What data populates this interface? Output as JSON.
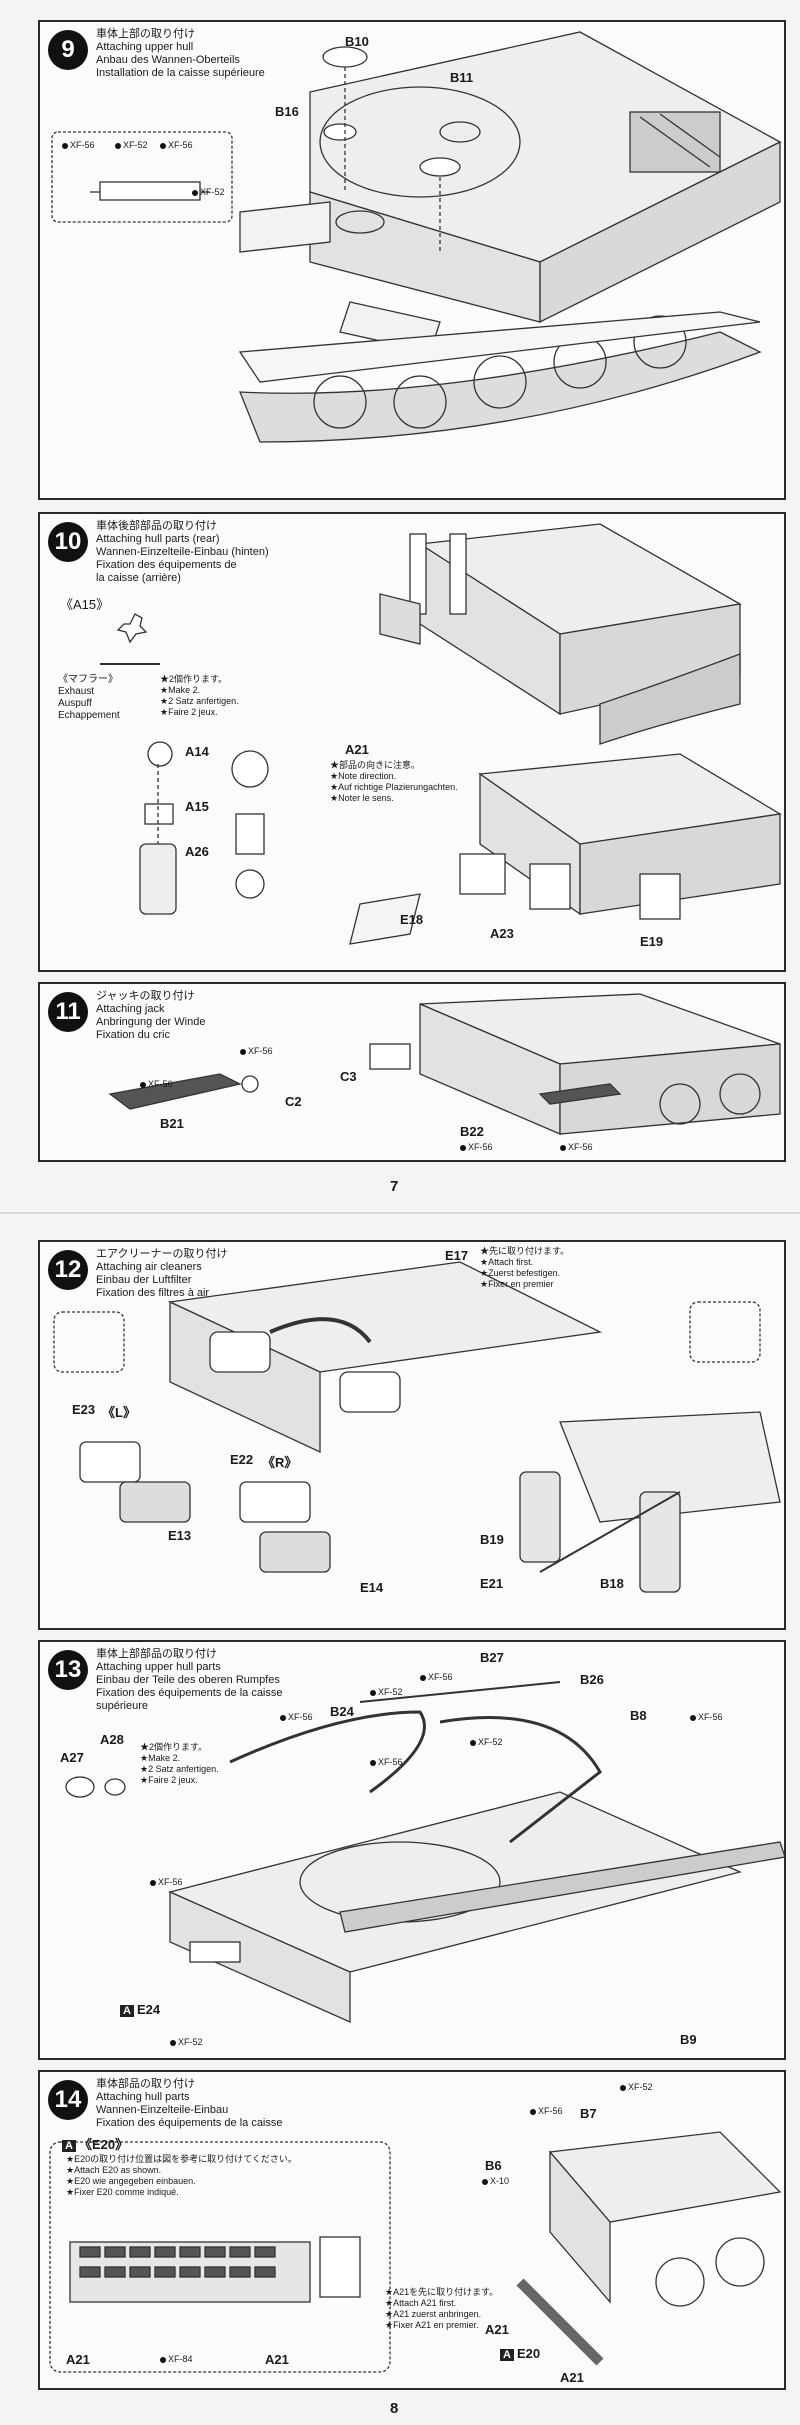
{
  "page_top": {
    "page_number": "7",
    "steps": [
      {
        "number": "9",
        "titles": [
          "車体上部の取り付け",
          "Attaching upper hull",
          "Anbau des Wannen-Oberteils",
          "Installation de la caisse supérieure"
        ],
        "parts": [
          "B10",
          "B11",
          "B16"
        ],
        "paints": [
          "XF-52",
          "XF-56",
          "XF-52",
          "XF-56"
        ]
      },
      {
        "number": "10",
        "titles": [
          "車体後部部品の取り付け",
          "Attaching hull parts (rear)",
          "Wannen-Einzelteile-Einbau (hinten)",
          "Fixation des équipements de",
          "la caisse (arrière)"
        ],
        "a15_label": "《A15》",
        "muffler": [
          "《マフラー》",
          "Exhaust",
          "Auspuff",
          "Echappement"
        ],
        "make2": [
          "★2個作ります。",
          "★Make 2.",
          "★2 Satz anfertigen.",
          "★Faire 2 jeux."
        ],
        "parts": [
          "A14",
          "A15",
          "A26",
          "A21",
          "E18",
          "A23",
          "E19"
        ],
        "note_direction": [
          "★部品の向きに注意。",
          "★Note direction.",
          "★Auf richtige Plazierungachten.",
          "★Noter le sens."
        ]
      },
      {
        "number": "11",
        "titles": [
          "ジャッキの取り付け",
          "Attaching jack",
          "Anbringung der Winde",
          "Fixation du cric"
        ],
        "parts": [
          "B21",
          "C2",
          "C3",
          "B22"
        ],
        "paints": [
          "XF-56",
          "XF-56",
          "XF-56",
          "XF-56"
        ]
      }
    ]
  },
  "page_bottom": {
    "page_number": "8",
    "steps": [
      {
        "number": "12",
        "titles": [
          "エアクリーナーの取り付け",
          "Attaching air cleaners",
          "Einbau der Luftfilter",
          "Fixation des filtres à air"
        ],
        "attach_first": [
          "★先に取り付けます。",
          "★Attach first.",
          "★Zuerst befestigen.",
          "★Fixer en premier"
        ],
        "parts": [
          "E17",
          "E23",
          "《L》",
          "E13",
          "E22",
          "《R》",
          "E14",
          "B19",
          "E21",
          "B18"
        ]
      },
      {
        "number": "13",
        "titles": [
          "車体上部部品の取り付け",
          "Attaching upper hull parts",
          "Einbau der Teile des oberen Rumpfes",
          "Fixation des équipements de la caisse",
          "supérieure"
        ],
        "make2": [
          "★2個作ります。",
          "★Make 2.",
          "★2 Satz anfertigen.",
          "★Faire 2 jeux."
        ],
        "parts": [
          "B27",
          "B26",
          "B24",
          "B8",
          "A27",
          "A28",
          "E24",
          "B9"
        ],
        "box_letter": "A",
        "paints": [
          "XF-56",
          "XF-52",
          "XF-56",
          "XF-56",
          "XF-52",
          "XF-56",
          "XF-56",
          "XF-52"
        ]
      },
      {
        "number": "14",
        "titles": [
          "車体部品の取り付け",
          "Attaching hull parts",
          "Wannen-Einzelteile-Einbau",
          "Fixation des équipements de la caisse"
        ],
        "box_letter": "A",
        "e20_label": "《E20》",
        "e20_notes": [
          "★E20の取り付け位置は図を参考に取り付けてください。",
          "★Attach E20 as shown.",
          "★E20 wie angegeben einbauen.",
          "★Fixer E20 comme indiqué."
        ],
        "a21_notes": [
          "★A21を先に取り付けます。",
          "★Attach A21 first.",
          "★A21 zuerst anbringen.",
          "★Fixer A21 en premier."
        ],
        "parts": [
          "B7",
          "B6",
          "A21",
          "E20",
          "A21",
          "A21",
          "A21"
        ],
        "paints": [
          "XF-52",
          "XF-56",
          "X-10",
          "XF-84"
        ]
      }
    ]
  }
}
